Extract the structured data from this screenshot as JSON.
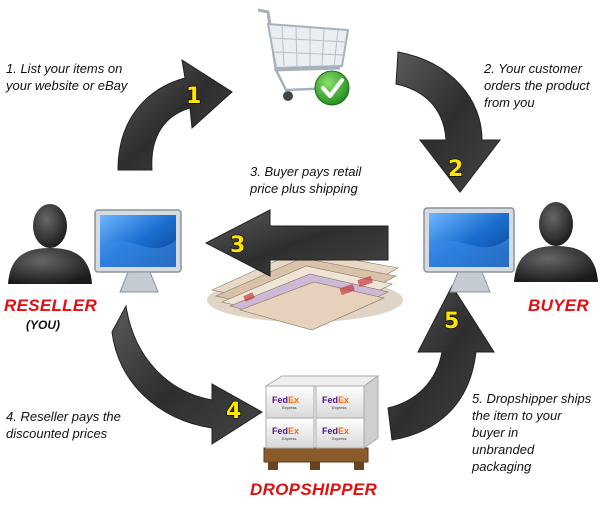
{
  "steps": [
    {
      "number": "1",
      "text": "1. List your items on\nyour website or eBay"
    },
    {
      "number": "2",
      "text": "2. Your customer\norders the product\nfrom you"
    },
    {
      "number": "3",
      "text": "3. Buyer pays retail\nprice plus shipping"
    },
    {
      "number": "4",
      "text": "4. Reseller pays the\ndiscounted prices"
    },
    {
      "number": "5",
      "text": "5. Dropshipper ships\nthe item to your\n buyer in\nunbranded\npackaging"
    }
  ],
  "roles": {
    "reseller": "RESELLER",
    "reseller_sub": "(YOU)",
    "buyer": "BUYER",
    "dropshipper": "DROPSHIPPER"
  },
  "box_brand": {
    "fed": "Fed",
    "ex": "Ex",
    "sub": "Express"
  },
  "icons": [
    "shopping-cart-icon",
    "checkmark-icon",
    "person-silhouette-icon",
    "monitor-icon",
    "money-stack-icon",
    "package-pallet-icon"
  ],
  "colors": {
    "arrow": "#3a3a3a",
    "number": "#ffe600",
    "role": "#e01010",
    "fedex_purple": "#4d148c",
    "fedex_orange": "#ff6600"
  }
}
